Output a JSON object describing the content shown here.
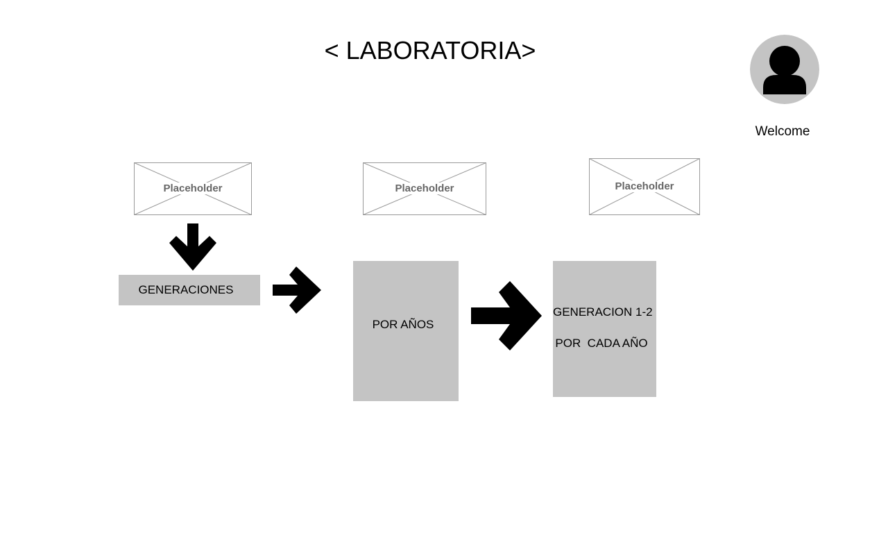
{
  "header": {
    "title": "< LABORATORIA>"
  },
  "user": {
    "avatar_icon": "user-avatar-icon",
    "welcome": "Welcome"
  },
  "placeholders": [
    {
      "label": "Placeholder"
    },
    {
      "label": "Placeholder"
    },
    {
      "label": "Placeholder"
    }
  ],
  "flow": {
    "generations_label": "GENERACIONES",
    "by_years_label": "POR AÑOS",
    "generation_label": "GENERACION 1-2",
    "per_year_label": "POR  CADA AÑO"
  },
  "colors": {
    "box_fill": "#c4c4c4",
    "avatar_bg": "#c4c4c4",
    "placeholder_text": "#666666",
    "placeholder_border": "#999999"
  }
}
